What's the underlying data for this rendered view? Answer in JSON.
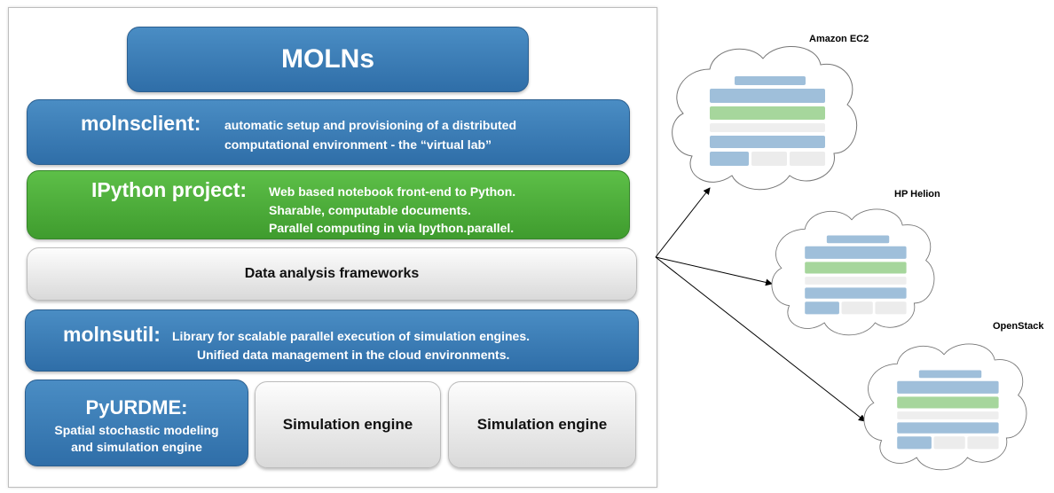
{
  "molns": {
    "title": "MOLNs"
  },
  "molnsclient": {
    "name": "molnsclient:",
    "line1": "automatic setup and provisioning of a distributed",
    "line2": "computational environment - the “virtual lab”"
  },
  "ipython": {
    "name": "IPython project:",
    "line1": "Web based notebook front-end to Python.",
    "line2": "Sharable, computable documents.",
    "line3": "Parallel computing in via Ipython.parallel."
  },
  "data_analysis": {
    "label": "Data analysis frameworks"
  },
  "molnsutil": {
    "name": "molnsutil:",
    "line1": "Library for scalable parallel execution of simulation engines.",
    "line2": "Unified data management in the cloud environments."
  },
  "pyurdme": {
    "name": "PyURDME:",
    "line1": "Spatial stochastic modeling",
    "line2": "and simulation engine"
  },
  "engines": [
    {
      "label": "Simulation engine"
    },
    {
      "label": "Simulation engine"
    }
  ],
  "clouds": [
    {
      "label": "Amazon EC2"
    },
    {
      "label": "HP Helion"
    },
    {
      "label": "OpenStack"
    }
  ],
  "colors": {
    "blue": "#2f6ea8",
    "green": "#3f9c2e",
    "gray": "#dcdcdc"
  }
}
